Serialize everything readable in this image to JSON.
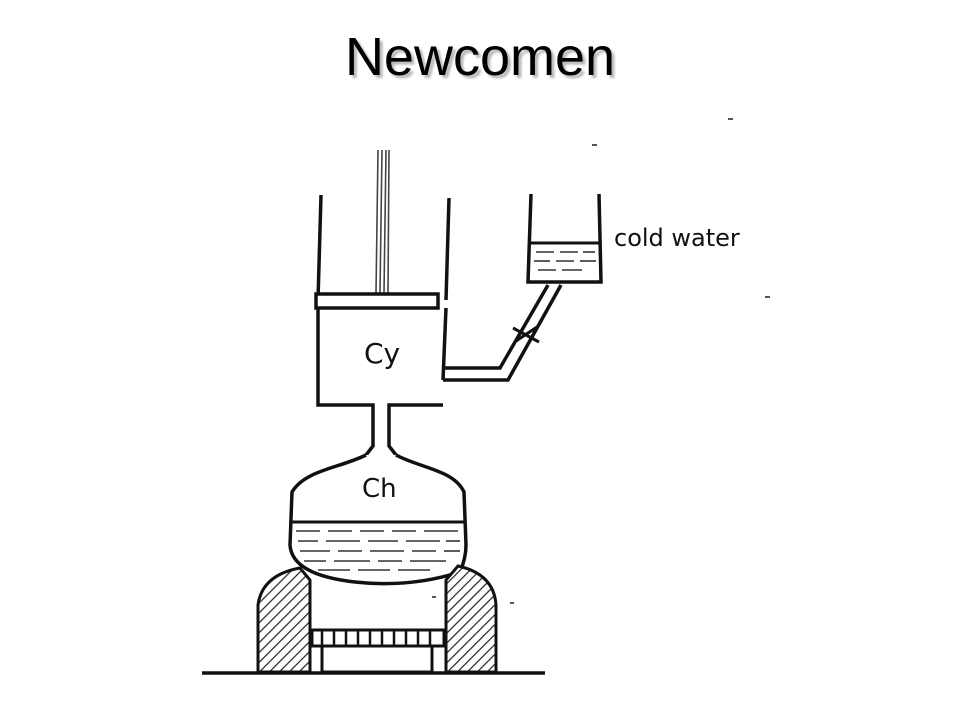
{
  "slide": {
    "title": "Newcomen"
  },
  "diagram": {
    "labels": {
      "cylinder": "Cy",
      "chamber": "Ch",
      "cold_water": "cold water"
    }
  },
  "colors": {
    "ink": "#111111",
    "background": "#ffffff"
  }
}
